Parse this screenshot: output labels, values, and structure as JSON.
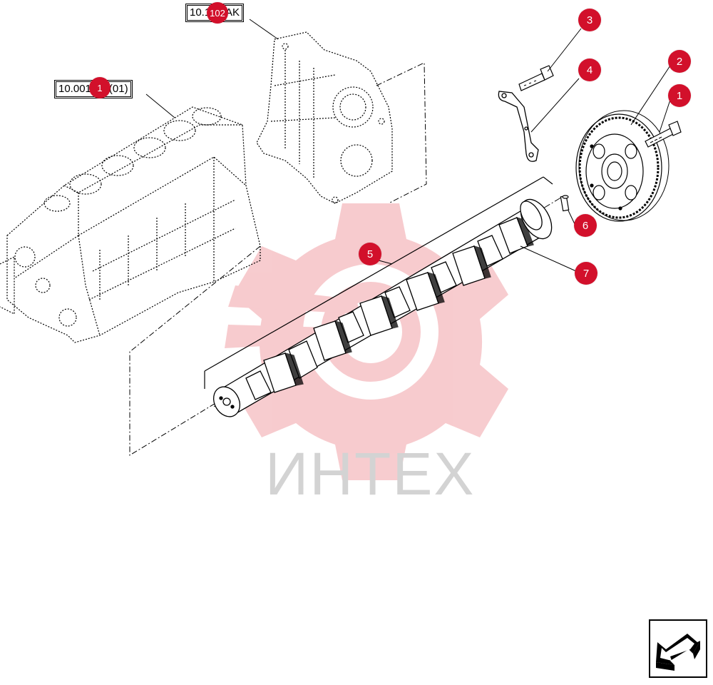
{
  "colors": {
    "callout": "#d2102b",
    "watermark_gear": "#f7c9cc",
    "watermark_text": "#d3d3d3",
    "line": "#000000"
  },
  "refs": {
    "block": "10.001.ab (01)",
    "cover": "10.102.AK",
    "block_callout": "1",
    "cover_callout": "102"
  },
  "callouts": [
    {
      "id": "1"
    },
    {
      "id": "2"
    },
    {
      "id": "3"
    },
    {
      "id": "4"
    },
    {
      "id": "5"
    },
    {
      "id": "6"
    },
    {
      "id": "7"
    }
  ],
  "watermark": {
    "text": "ИНТЕХ"
  },
  "icons": {
    "nav": "return-arrow-icon",
    "watermark": "gear-logo-icon"
  }
}
